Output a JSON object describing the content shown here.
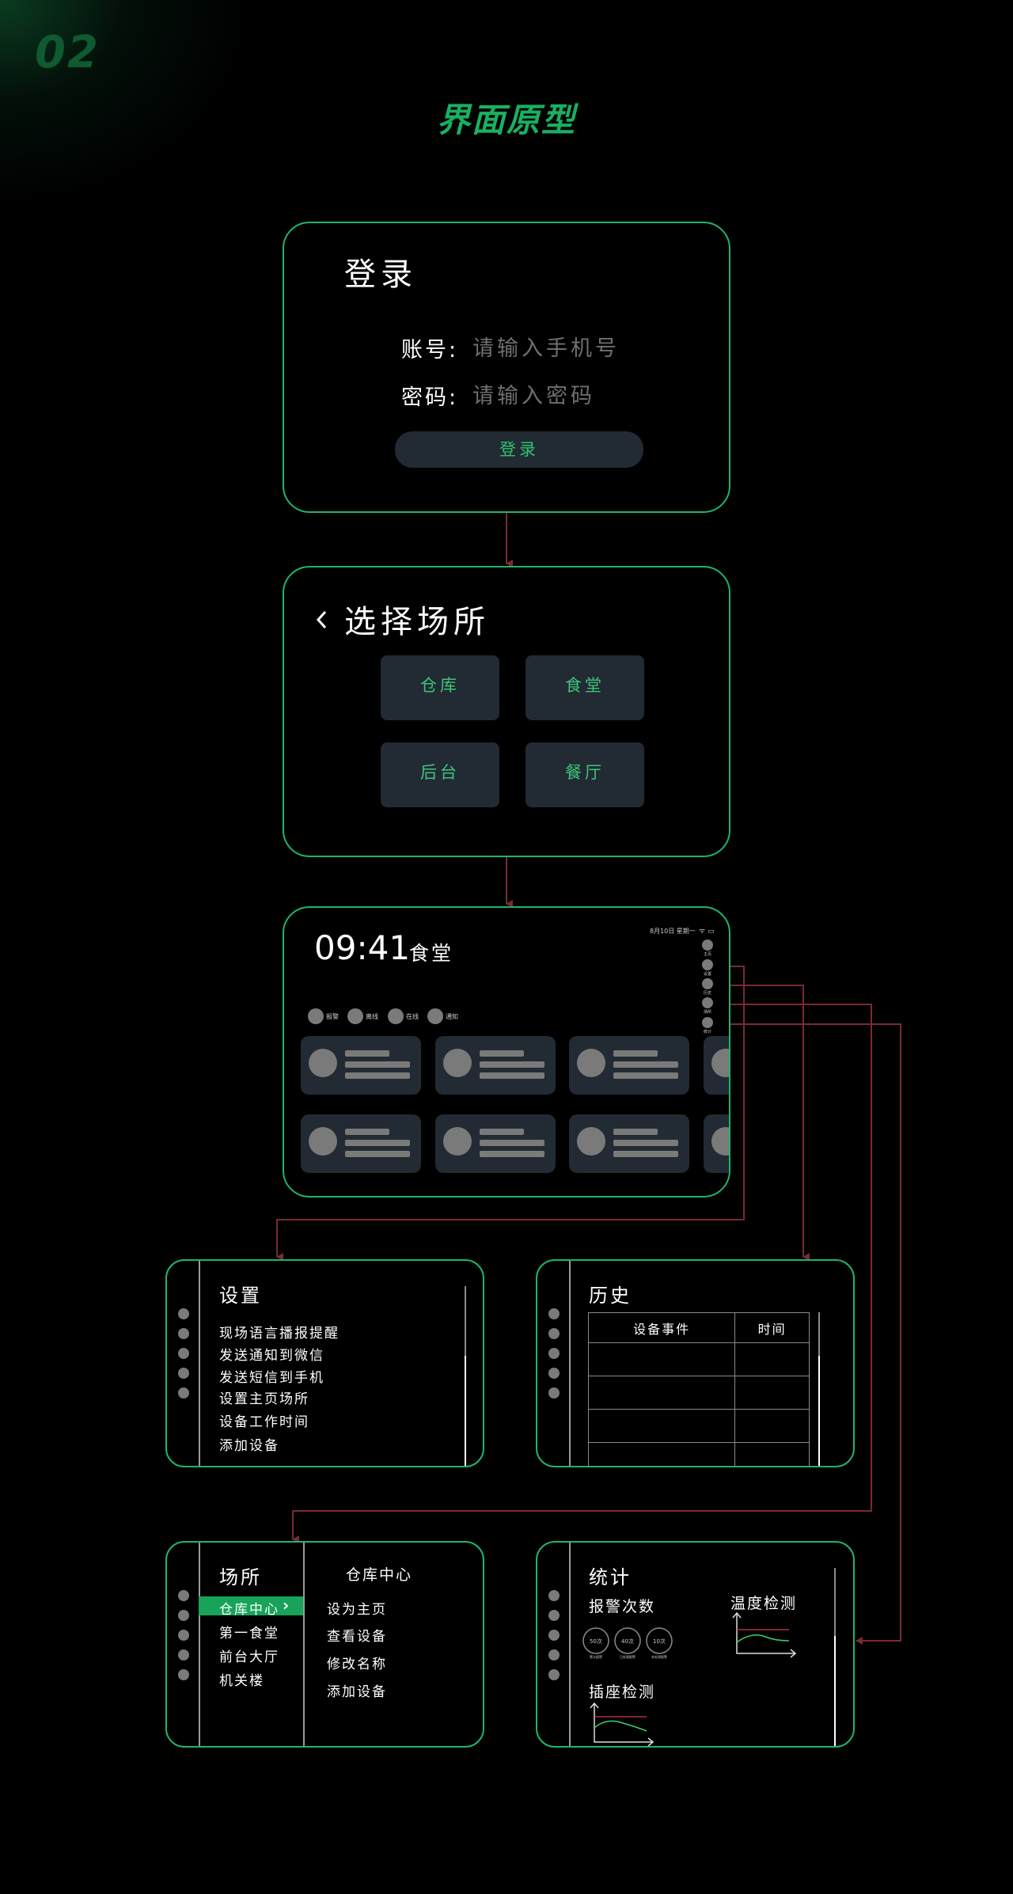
{
  "section": {
    "number": "02",
    "title": "界面原型"
  },
  "login": {
    "title": "登录",
    "account_label": "账号:",
    "account_placeholder": "请输入手机号",
    "password_label": "密码:",
    "password_placeholder": "请输入密码",
    "submit": "登录"
  },
  "select_place": {
    "back_icon": "chevron-left-icon",
    "title": "选择场所",
    "options": [
      "仓库",
      "食堂",
      "后台",
      "餐厅"
    ]
  },
  "dashboard": {
    "time": "09:41",
    "place": "食堂",
    "status_bar": "8月10日 星期一",
    "filters": [
      "报警",
      "离线",
      "在线",
      "通知"
    ],
    "nav": [
      "主页",
      "设置",
      "历史",
      "场所",
      "统计"
    ]
  },
  "settings": {
    "title": "设置",
    "items": [
      "现场语言播报提醒",
      "发送通知到微信",
      "发送短信到手机",
      "设置主页场所",
      "设备工作时间",
      "添加设备"
    ]
  },
  "history": {
    "title": "历史",
    "columns": [
      "设备事件",
      "时间"
    ]
  },
  "places": {
    "title": "场所",
    "items": [
      "仓库中心",
      "第一食堂",
      "前台大厅",
      "机关楼"
    ],
    "selected_arrow": "›",
    "detail_title": "仓库中心",
    "actions": [
      "设为主页",
      "查看设备",
      "修改名称",
      "添加设备"
    ]
  },
  "stats": {
    "title": "统计",
    "alarm_title": "报警次数",
    "alarm_counts": [
      "50次",
      "40次",
      "10次"
    ],
    "alarm_labels": [
      "累计报警",
      "已处理报警",
      "未处理报警"
    ],
    "temp_title": "温度检测",
    "socket_title": "插座检测"
  },
  "colors": {
    "accent": "#1db56a",
    "arrow": "#7a2a34",
    "tile": "#222a33"
  }
}
